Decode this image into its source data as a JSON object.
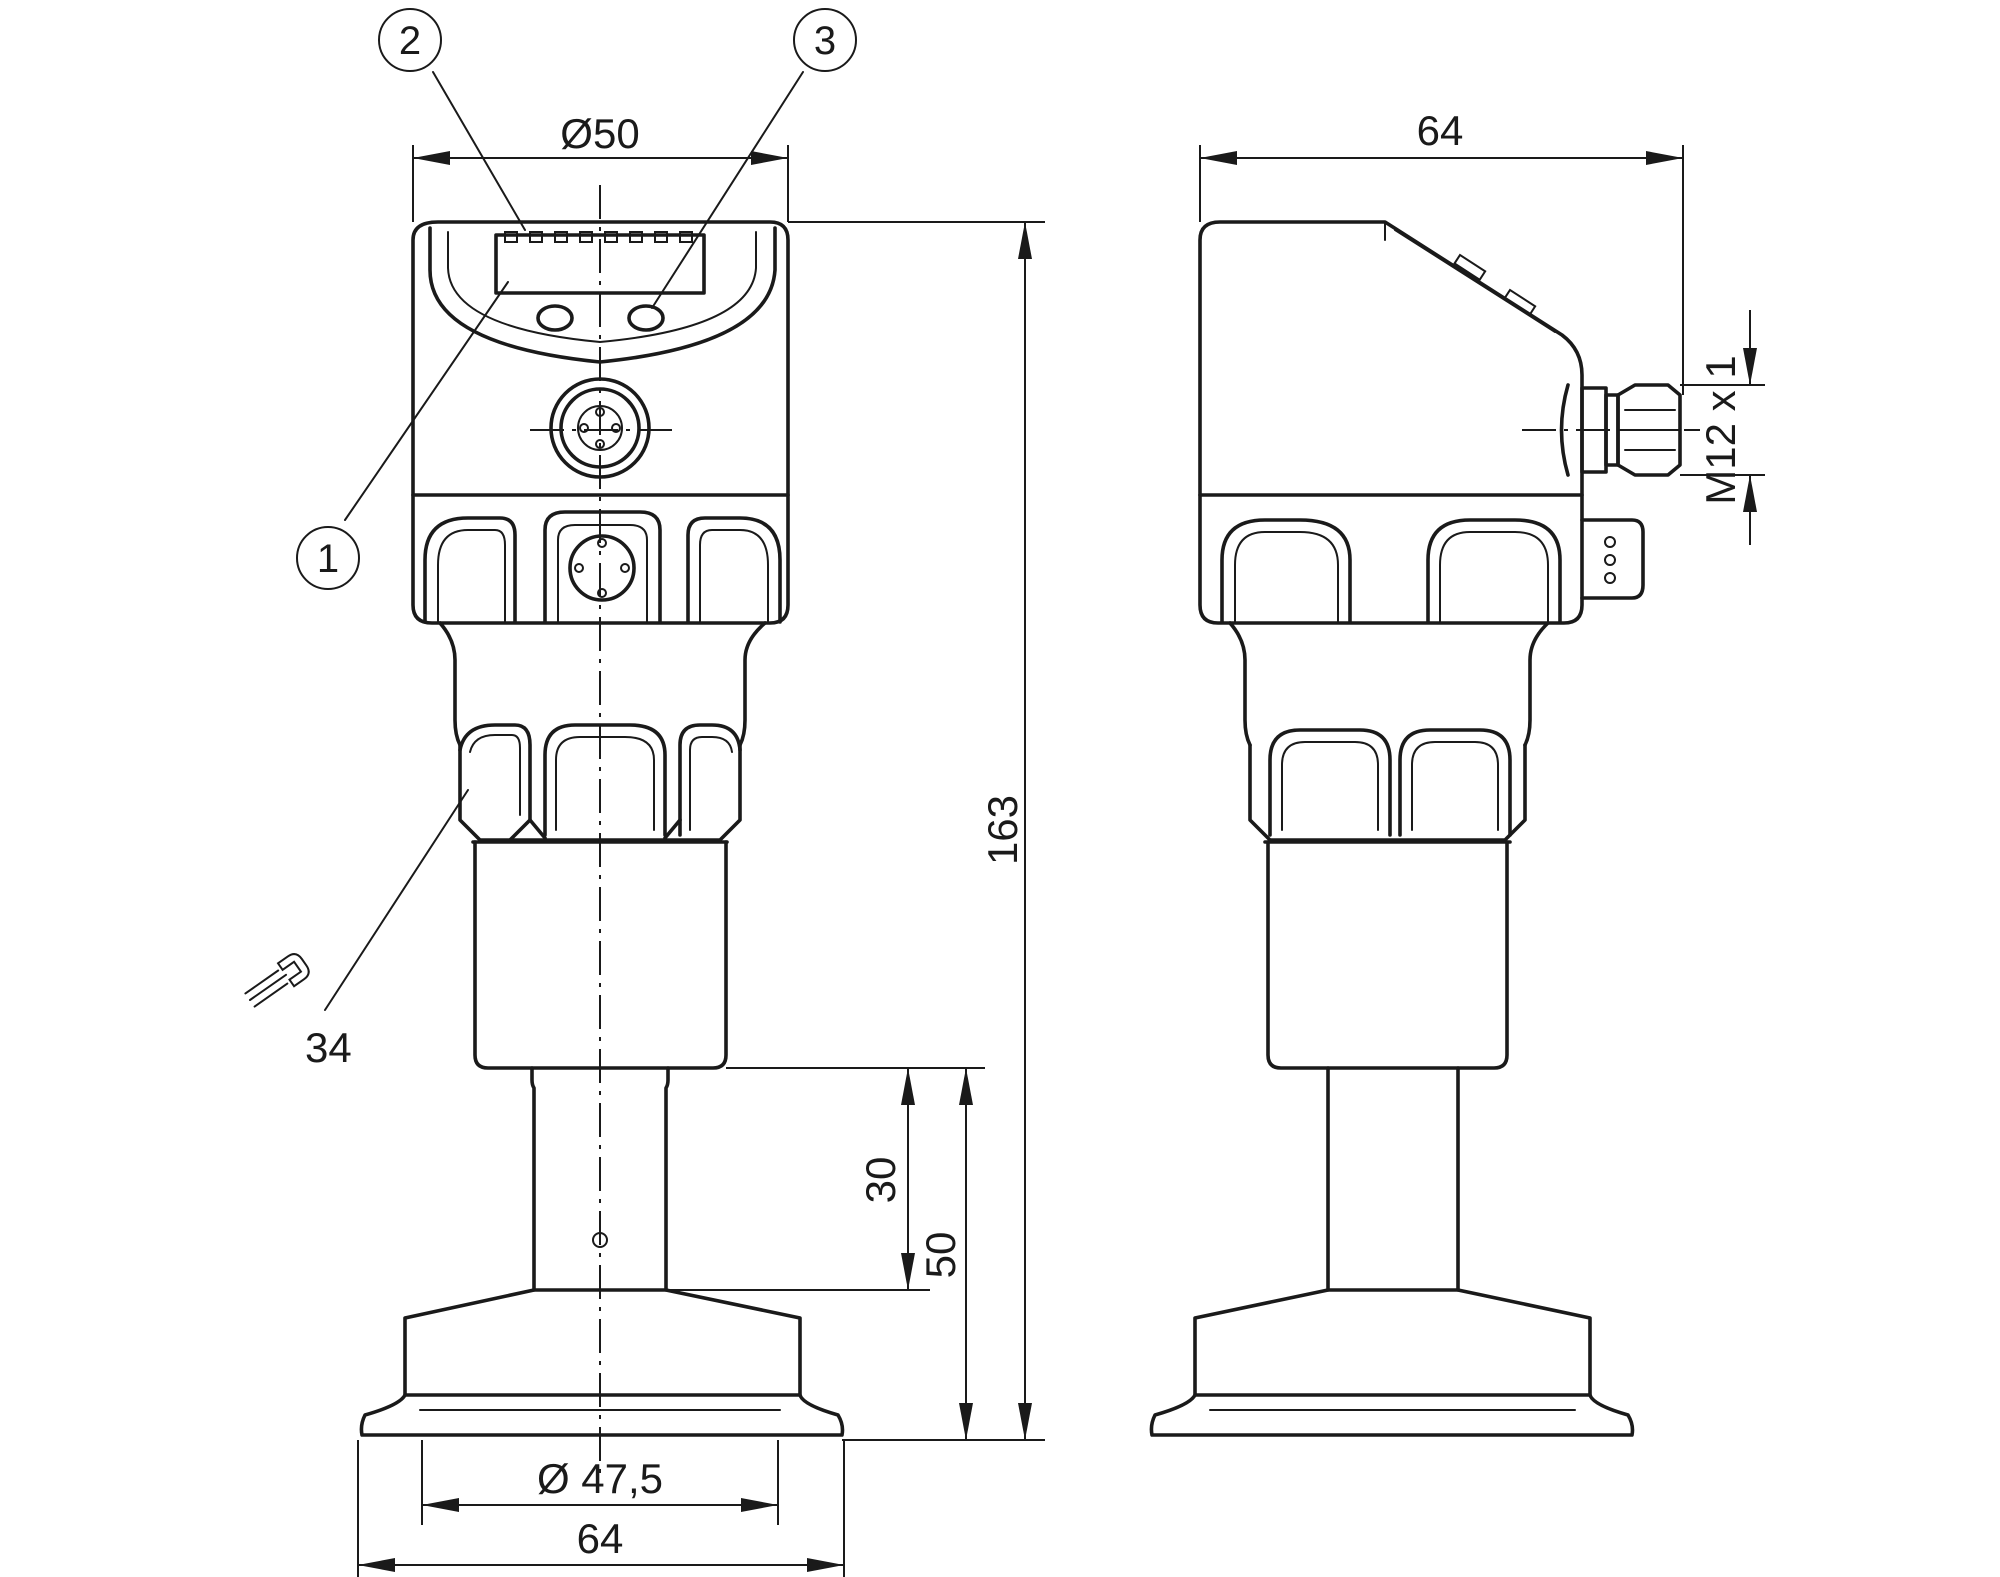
{
  "dimensions": {
    "head_diameter": "Ø50",
    "side_width": "64",
    "total_height": "163",
    "length_30": "30",
    "length_50": "50",
    "flange_inner_diameter": "Ø 47,5",
    "flange_outer_width": "64",
    "wrench_size": "34",
    "connector_thread": "M12 x 1"
  },
  "callouts": {
    "display": "1",
    "led_bar": "2",
    "button": "3"
  },
  "icons": {
    "wrench": "wrench-icon"
  },
  "colors": {
    "line": "#1a1a1a",
    "background": "#ffffff"
  }
}
